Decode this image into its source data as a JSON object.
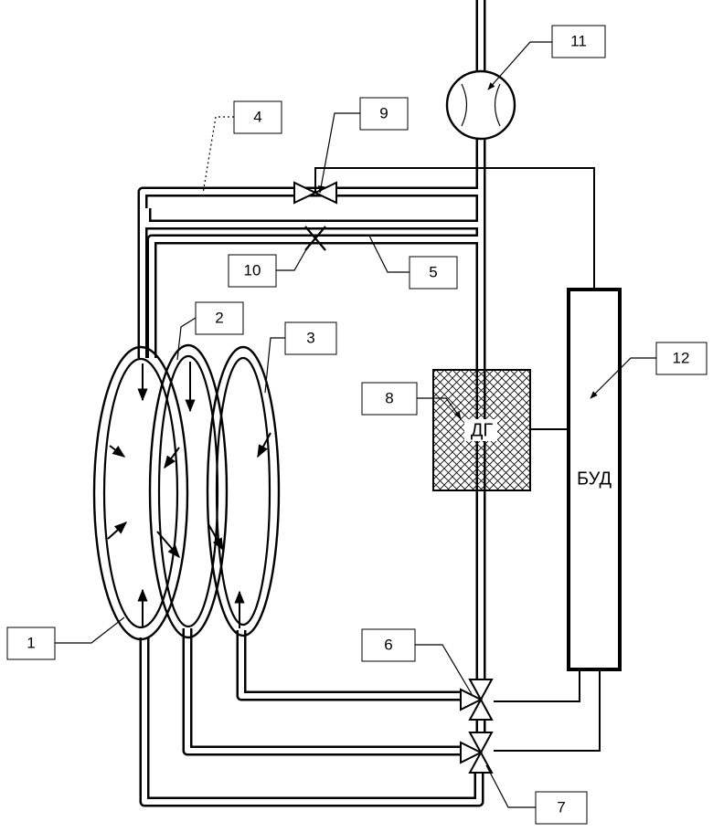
{
  "labels": {
    "c1": "1",
    "c2": "2",
    "c3": "3",
    "c4": "4",
    "c5": "5",
    "c6": "6",
    "c7": "7",
    "c8": "8",
    "c9": "9",
    "c10": "10",
    "c11": "11",
    "c12": "12"
  },
  "blocks": {
    "gas_generator": "ДГ",
    "control_unit": "БУД"
  }
}
